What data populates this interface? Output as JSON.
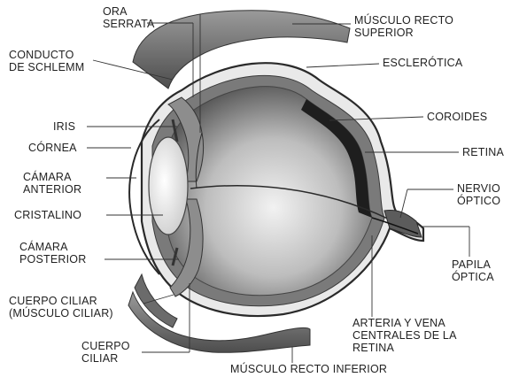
{
  "diagram": {
    "labels": {
      "ora_serrata": "ORA\nSERRATA",
      "musculo_recto_superior": "MÚSCULO RECTO\nSUPERIOR",
      "conducto_schlemm": "CONDUCTO\nDE SCHLEMM",
      "esclerotica": "ESCLERÓTICA",
      "iris": "IRIS",
      "coroides": "COROIDES",
      "cornea": "CÓRNEA",
      "retina": "RETINA",
      "camara_anterior": "CÁMARA\nANTERIOR",
      "nervio_optico": "NERVIO\nÓPTICO",
      "cristalino": "CRISTALINO",
      "camara_posterior": "CÁMARA\nPOSTERIOR",
      "papila_optica": "PAPILA\nÓPTICA",
      "cuerpo_ciliar_musculo": "CUERPO CILIAR\n(MÚSCULO CILIAR)",
      "arteria_vena": "ARTERIA Y VENA\nCENTRALES DE LA\nRETINA",
      "cuerpo_ciliar": "CUERPO\nCILIAR",
      "musculo_recto_inferior": "MÚSCULO RECTO INFERIOR"
    }
  }
}
